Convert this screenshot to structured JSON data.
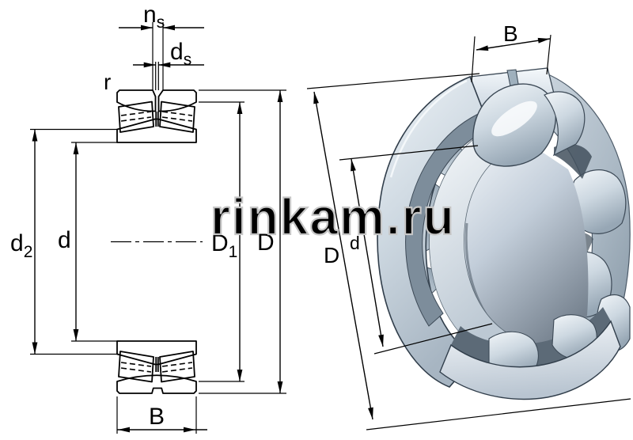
{
  "title": "Spherical roller bearing dimensional drawing",
  "watermark": {
    "text": "rinkam.ru"
  },
  "colors": {
    "background": "#ffffff",
    "line": "#000000",
    "watermark_fill": "#ffffff",
    "watermark_outline": "#c6c6c6",
    "metal_bright": "#f2f6fa",
    "metal_light": "#e3eaf0",
    "metal_mid": "#b7c3cf",
    "metal_steel": "#93a3b1",
    "metal_dark": "#5c6a77",
    "metal_outline": "#33404d"
  },
  "left_view": {
    "name": "cross-section view",
    "labels": {
      "ns": {
        "main": "n",
        "sub": "s"
      },
      "ds": {
        "main": "d",
        "sub": "s"
      },
      "r": "r",
      "d2": {
        "main": "d",
        "sub": "2"
      },
      "d": "d",
      "D1": {
        "main": "D",
        "sub": "1"
      },
      "D": "D",
      "B": "B"
    }
  },
  "right_view": {
    "name": "3D perspective view",
    "labels": {
      "B": "B",
      "D": "D",
      "d": "d"
    }
  }
}
